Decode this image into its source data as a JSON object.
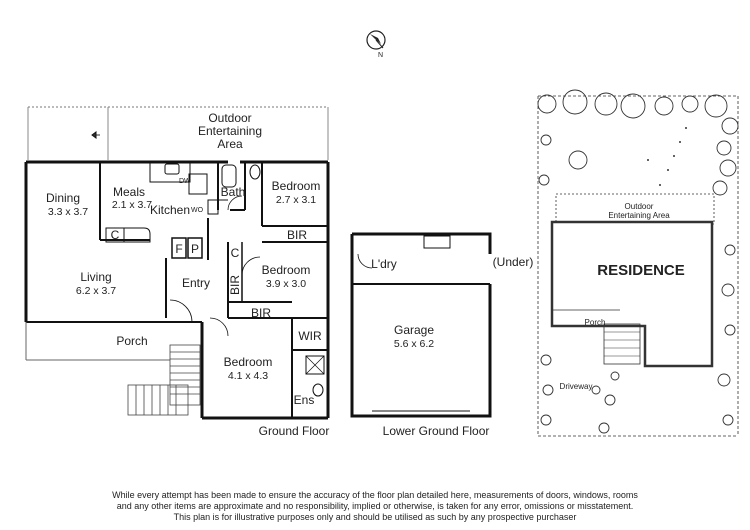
{
  "compass": {
    "north_label": "N"
  },
  "ground_floor": {
    "outdoor_area": "Outdoor\nEntertaining\nArea",
    "rooms": {
      "dining_name": "Dining",
      "dining_dim": "3.3 x 3.7",
      "meals_name": "Meals",
      "meals_dim": "2.1 x 3.7",
      "kitchen": "Kitchen",
      "dw": "DW",
      "wo": "WO",
      "bath": "Bath",
      "bedroom1_name": "Bedroom",
      "bedroom1_dim": "2.7 x 3.1",
      "bir1": "BIR",
      "c1": "C",
      "f": "F",
      "p": "P",
      "c2": "C",
      "bir2": "BIR",
      "bedroom2_name": "Bedroom",
      "bedroom2_dim": "3.9 x 3.0",
      "living_name": "Living",
      "living_dim": "6.2 x 3.7",
      "entry": "Entry",
      "bir3": "BIR",
      "wir": "WIR",
      "porch": "Porch",
      "bedroom3_name": "Bedroom",
      "bedroom3_dim": "4.1 x 4.3",
      "ens": "Ens"
    },
    "caption": "Ground Floor"
  },
  "lower_ground_floor": {
    "ldry": "L'dry",
    "under": "(Under)",
    "garage_name": "Garage",
    "garage_dim": "5.6 x 6.2",
    "caption": "Lower Ground Floor"
  },
  "site_plan": {
    "outdoor_area": "Outdoor\nEntertaining Area",
    "residence": "RESIDENCE",
    "porch": "Porch",
    "driveway": "Driveway"
  },
  "disclaimer": {
    "line1": "While every attempt has been made to ensure the accuracy of the floor plan detailed here, measurements of doors, windows, rooms",
    "line2": "and any other items are approximate and no responsibility, implied or otherwise, is taken for any error, omissions or misstatement.",
    "line3": "This plan is for illustrative purposes only and should be utilised as such by any prospective purchaser"
  }
}
